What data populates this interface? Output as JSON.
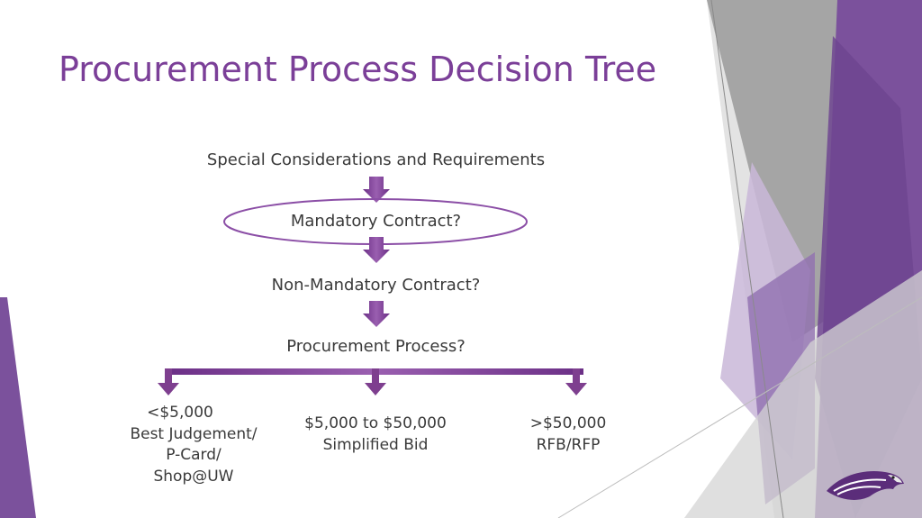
{
  "slide": {
    "title": "Procurement Process Decision Tree"
  },
  "tree": {
    "step1": "Special Considerations and Requirements",
    "step2": "Mandatory Contract?",
    "step3": "Non-Mandatory Contract?",
    "step4": "Procurement Process?",
    "branches": [
      {
        "lines": [
          "<$5,000",
          "Best Judgement/",
          "P-Card/",
          "Shop@UW"
        ]
      },
      {
        "lines": [
          "$5,000 to $50,000",
          "Simplified Bid"
        ]
      },
      {
        "lines": [
          ">$50,000",
          "RFB/RFP"
        ]
      }
    ]
  },
  "colors": {
    "accent": "#7b3f98",
    "arrow": "#7e3f8f",
    "text": "#3a3a3a",
    "decor_gray": "#9a9a9a"
  },
  "icons": {
    "logo": "warhawk-logo"
  }
}
